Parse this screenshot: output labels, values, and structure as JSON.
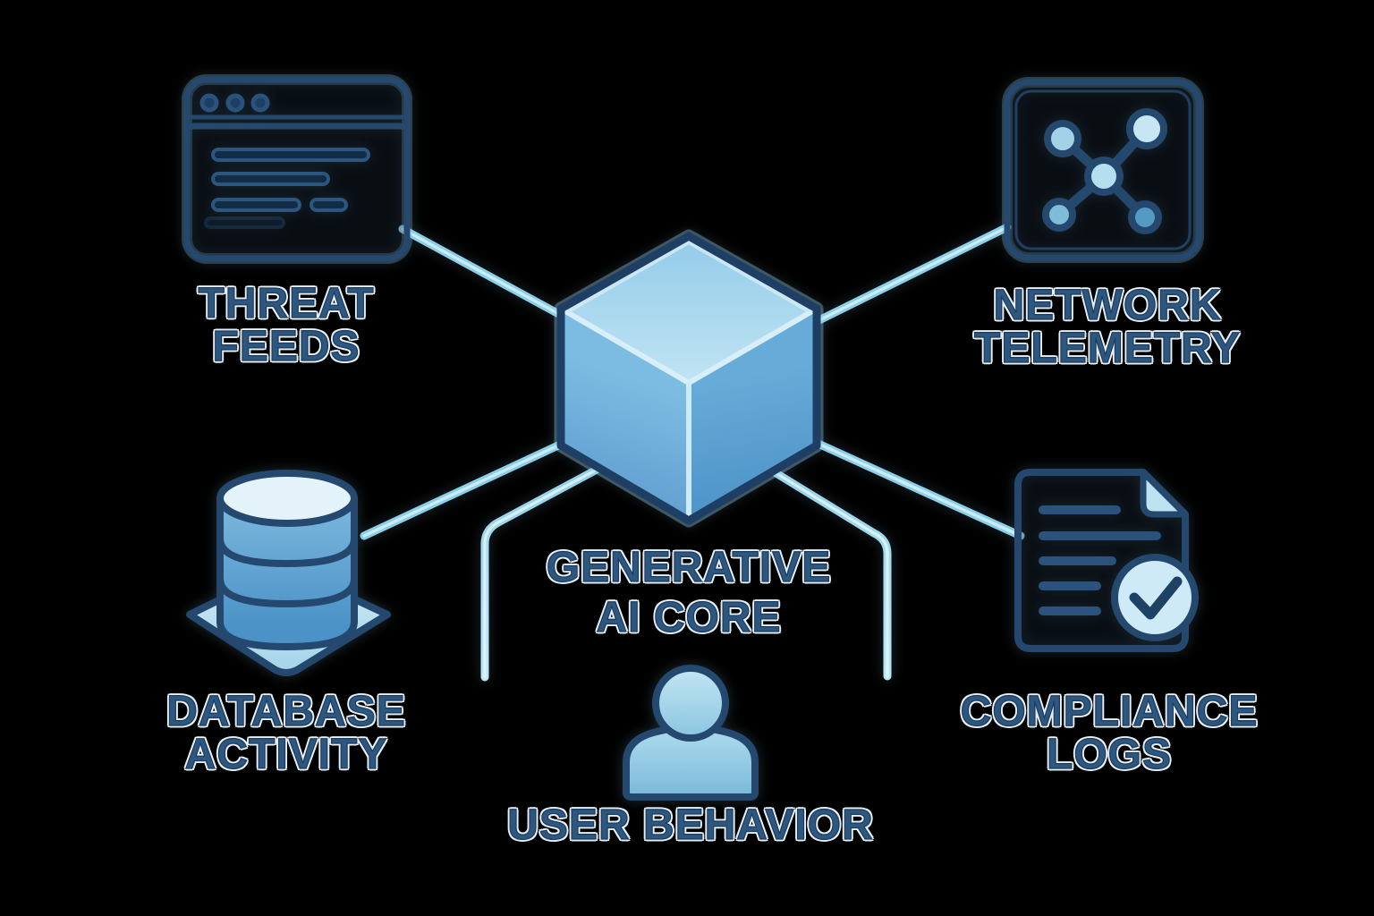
{
  "diagram": {
    "background_color": "#000000",
    "core": {
      "icon": "cube-3d-icon",
      "label_line1": "GENERATIVE",
      "label_line2": "AI CORE"
    },
    "nodes": [
      {
        "id": "threat-feeds",
        "icon": "browser-window-icon",
        "label_line1": "THREAT",
        "label_line2": "FEEDS",
        "position": "top-left"
      },
      {
        "id": "network-telemetry",
        "icon": "network-nodes-icon",
        "label_line1": "NETWORK",
        "label_line2": "TELEMETRY",
        "position": "top-right"
      },
      {
        "id": "database-activity",
        "icon": "database-cylinder-icon",
        "label_line1": "DATABASE",
        "label_line2": "ACTIVITY",
        "position": "bottom-left"
      },
      {
        "id": "compliance-logs",
        "icon": "document-checkmark-icon",
        "label_line1": "COMPLIANCE",
        "label_line2": "LOGS",
        "position": "bottom-right"
      },
      {
        "id": "user-behavior",
        "icon": "person-icon",
        "label_line1": "USER BEHAVIOR",
        "label_line2": "",
        "position": "bottom-center"
      }
    ],
    "colors": {
      "outline_navy": "#24486e",
      "cube_outline": "#1e3e63",
      "label_text": "#2d577f",
      "label_halo": "#e9eff4",
      "connector_line": "#8ccfe8",
      "connector_core": "#d2eff9",
      "cube_top_fill": "#a8d8ee",
      "cube_left_fill": "#6aadda",
      "cube_right_fill": "#5499cc",
      "icon_fill_light": "#bfe2f2"
    }
  }
}
